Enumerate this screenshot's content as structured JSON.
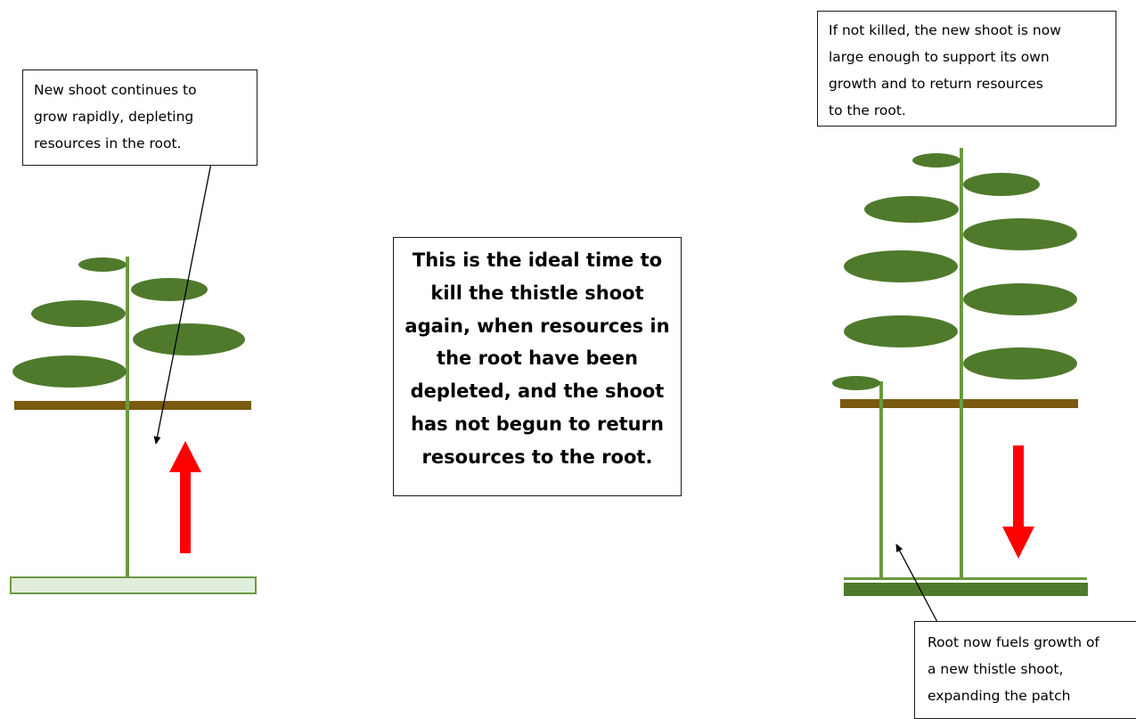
{
  "annotations": {
    "left": [
      "New shoot continues to",
      "grow rapidly, depleting",
      "resources in the root."
    ],
    "center": [
      "This is the ideal time to",
      "kill the thistle shoot",
      "again, when resources in",
      "the root have been",
      "depleted, and the shoot",
      "has not begun to return",
      "resources to the root."
    ],
    "right_top": [
      "If not killed, the new shoot is now",
      "large enough to support its own",
      "growth and to return resources",
      "to the root."
    ],
    "right_bottom": [
      "Root now fuels growth of",
      "a new thistle shoot,",
      "expanding the patch"
    ]
  },
  "colors": {
    "leaf": "#4f7a2c",
    "stem": "#6a9a40",
    "soil": "#7a5a10",
    "arrow": "#ff0000",
    "root_depleted": "#e1eedb",
    "root_full": "#4f7a2c"
  },
  "arrows": {
    "left_flow": "up",
    "right_flow": "down"
  }
}
